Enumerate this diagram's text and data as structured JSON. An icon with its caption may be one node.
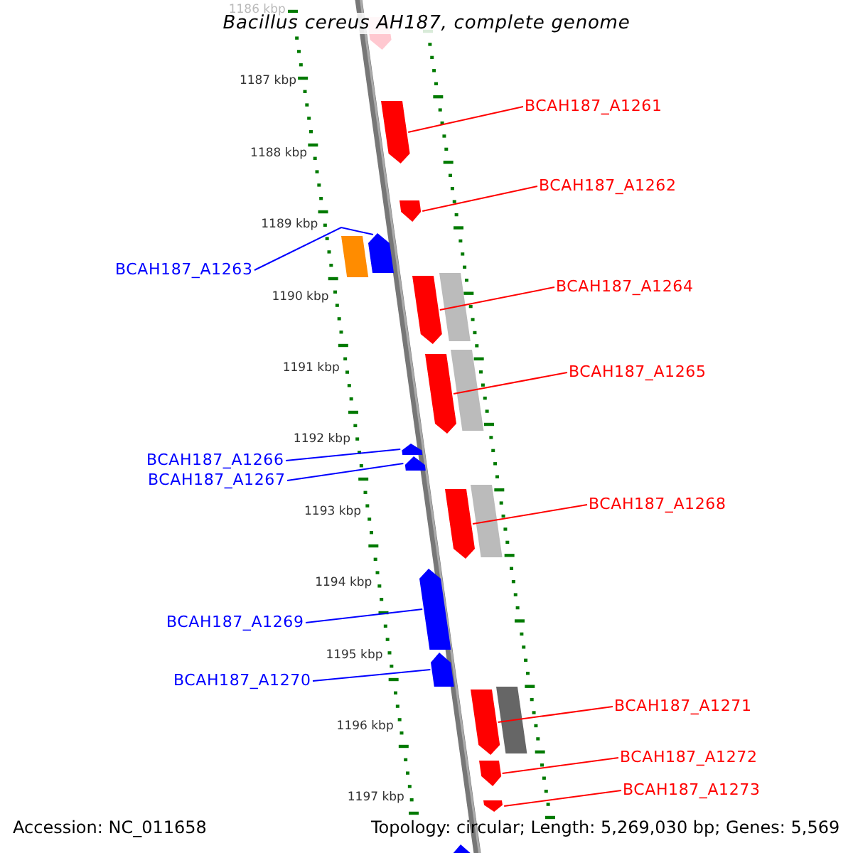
{
  "diagram": {
    "title": "Bacillus cereus AH187, complete genome",
    "nodes": [
      {
        "text": [
          "BCAH187_A1261"
        ]
      },
      {
        "text": [],
        "shape": "arrow"
      },
      {
        "text": [
          "BCAH187_A1262"
        ]
      },
      {
        "text": [],
        "shape": "arrow"
      },
      {
        "text": [
          "BCAH187_A1263"
        ]
      },
      {
        "text": [],
        "shape": "arrow"
      },
      {
        "text": [
          "BCAH187_A1264"
        ]
      },
      {
        "text": [],
        "shape": "arrow"
      },
      {
        "text": [
          "BCAH187_A1265"
        ]
      },
      {
        "text": [],
        "shape": "arrow"
      },
      {
        "text": [
          "BCAH187_A1266"
        ]
      },
      {
        "text": [],
        "shape": "arrow"
      },
      {
        "text": [
          "BCAH187_A1267"
        ]
      },
      {
        "text": [],
        "shape": "arrow"
      },
      {
        "text": [
          "BCAH187_A1268"
        ]
      },
      {
        "text": [],
        "shape": "arrow"
      },
      {
        "text": [
          "BCAH187_A1269"
        ]
      },
      {
        "text": [],
        "shape": "arrow"
      },
      {
        "text": [
          "BCAH187_A1270"
        ]
      },
      {
        "text": [],
        "shape": "arrow"
      },
      {
        "text": [
          "BCAH187_A1271"
        ]
      },
      {
        "text": [],
        "shape": "arrow"
      },
      {
        "text": [
          "BCAH187_A1272"
        ]
      },
      {
        "text": [],
        "shape": "arrow"
      },
      {
        "text": [
          "BCAH187_A1273"
        ]
      },
      {
        "text": [],
        "shape": "arrow"
      }
    ],
    "edges": [
      {
        "from": 0,
        "to": 1,
        "arrow": "none"
      },
      {
        "from": 2,
        "to": 3,
        "arrow": "none"
      },
      {
        "from": 4,
        "to": 5,
        "arrow": "none",
        "color": "#0000ff"
      },
      {
        "from": 6,
        "to": 7,
        "arrow": "none"
      },
      {
        "from": 8,
        "to": 9,
        "arrow": "none"
      },
      {
        "from": 10,
        "to": 11,
        "arrow": "none",
        "color": "#0000ff"
      },
      {
        "from": 12,
        "to": 13,
        "arrow": "none",
        "color": "#0000ff"
      },
      {
        "from": 14,
        "to": 15,
        "arrow": "none"
      },
      {
        "from": 16,
        "to": 17,
        "arrow": "none",
        "color": "#0000ff"
      },
      {
        "from": 18,
        "to": 19,
        "arrow": "none",
        "color": "#0000ff"
      },
      {
        "from": 20,
        "to": 21,
        "arrow": "none"
      },
      {
        "from": 22,
        "to": 23,
        "arrow": "none"
      },
      {
        "from": 24,
        "to": 25,
        "arrow": "none"
      }
    ],
    "labels": [
      "1186 kbp",
      "1187 kbp",
      "1188 kbp",
      "1189 kbp",
      "1190 kbp",
      "1191 kbp",
      "1192 kbp",
      "1193 kbp",
      "1194 kbp",
      "1195 kbp",
      "1196 kbp",
      "1197 kbp",
      "Accession: NC_011658",
      "Topology: circular; Length: 5,269,030 bp; Genes: 5,569"
    ]
  }
}
